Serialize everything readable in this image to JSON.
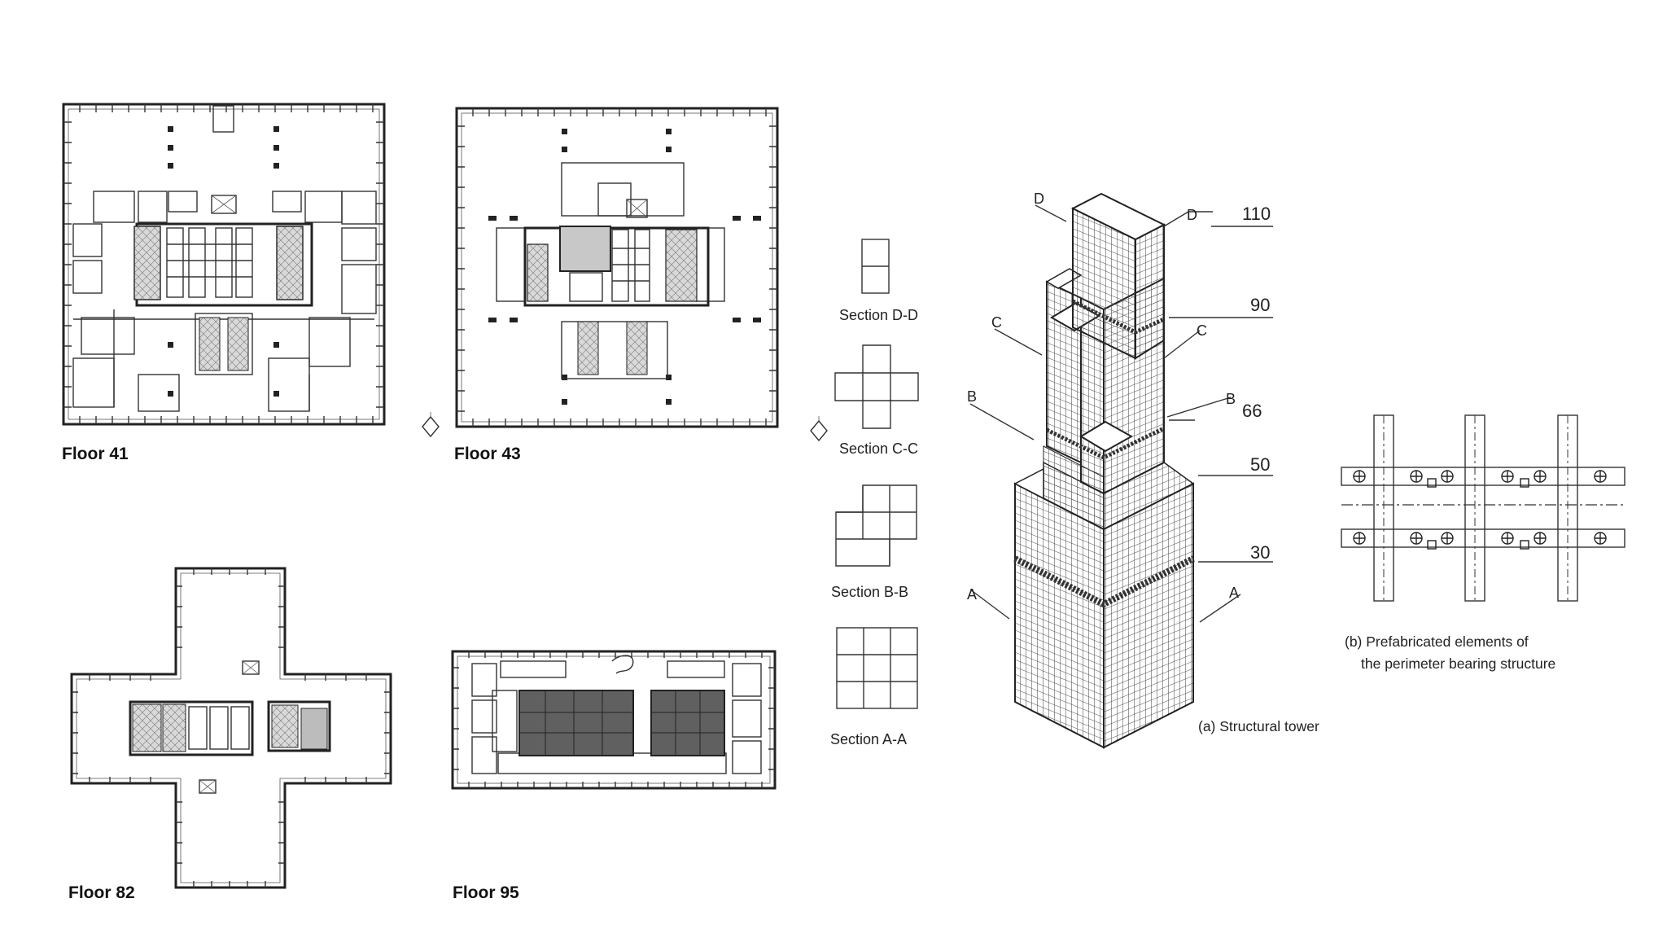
{
  "floors": [
    {
      "label": "Floor 41"
    },
    {
      "label": "Floor 43"
    },
    {
      "label": "Floor 82"
    },
    {
      "label": "Floor 95"
    }
  ],
  "sections": [
    {
      "label": "Section D-D"
    },
    {
      "label": "Section C-C"
    },
    {
      "label": "Section B-B"
    },
    {
      "label": "Section A-A"
    }
  ],
  "tower": {
    "section_marks": [
      "D",
      "D",
      "C",
      "C",
      "B",
      "B",
      "A",
      "A"
    ],
    "levels": [
      "110",
      "90",
      "66",
      "50",
      "30"
    ],
    "caption": "(a) Structural tower"
  },
  "prefab": {
    "caption_line1": "(b) Prefabricated elements of",
    "caption_line2": "the perimeter bearing structure"
  },
  "colors": {
    "ink": "#222222",
    "core_fill": "#555555",
    "background": "#ffffff"
  }
}
